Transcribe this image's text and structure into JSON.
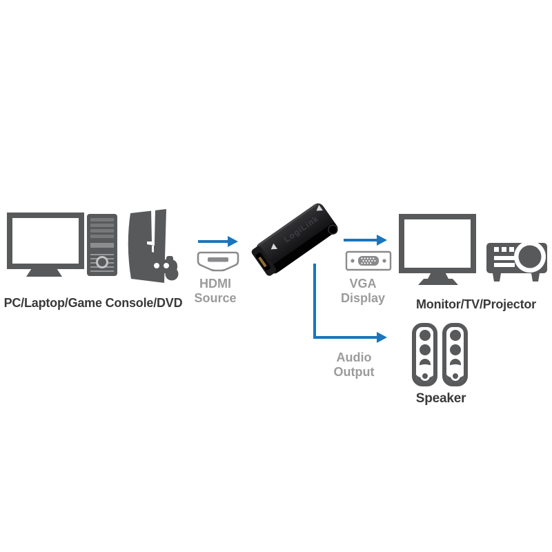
{
  "colors": {
    "accent_blue": "#1b75bc",
    "device_gray": "#58595b",
    "icon_outline_gray": "#8a8a8d",
    "label_dark": "#39393b",
    "label_gray": "#9b9b9d",
    "hdmi_pin_gold": "#8f6f33"
  },
  "source_group": {
    "label": "PC/Laptop/Game Console/DVD",
    "icons": [
      "monitor-icon",
      "tower-pc-icon",
      "game-console-icon",
      "gamepad-icon"
    ]
  },
  "hdmi_step": {
    "line1": "HDMI",
    "line2": "Source",
    "icon": "hdmi-connector-icon"
  },
  "adapter": {
    "brand_text": "LogiLink",
    "icon": "hdmi-to-vga-adapter-photo"
  },
  "vga_step": {
    "line1": "VGA",
    "line2": "Display",
    "icon": "vga-connector-icon"
  },
  "display_group": {
    "label": "Monitor/TV/Projector",
    "icons": [
      "monitor-icon",
      "projector-icon"
    ]
  },
  "audio_step": {
    "line1": "Audio",
    "line2": "Output"
  },
  "speaker_group": {
    "label": "Speaker",
    "icons": [
      "speaker-icon",
      "speaker-icon"
    ]
  }
}
